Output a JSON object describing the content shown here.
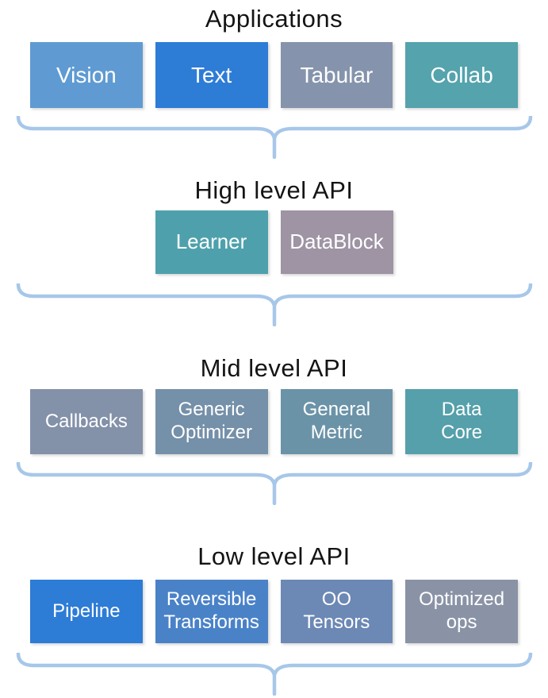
{
  "diagram": {
    "background": "#FFFFFF",
    "title_color": "#141414",
    "box_text_color": "#FFFFFF",
    "brace_color": "#A7C7E9"
  },
  "sections": [
    {
      "title": "Applications",
      "boxes": [
        {
          "label": "Vision",
          "color": "#5F9BD2"
        },
        {
          "label": "Text",
          "color": "#2D7CD6"
        },
        {
          "label": "Tabular",
          "color": "#8594AC"
        },
        {
          "label": "Collab",
          "color": "#54A3AD"
        }
      ]
    },
    {
      "title": "High level API",
      "boxes": [
        {
          "label": "Learner",
          "color": "#4EA1AC"
        },
        {
          "label": "DataBlock",
          "color": "#9E94A4"
        }
      ]
    },
    {
      "title": "Mid level API",
      "boxes": [
        {
          "label": "Callbacks",
          "color": "#8391A9"
        },
        {
          "label": [
            "Generic",
            "Optimizer"
          ],
          "color": "#7590A9"
        },
        {
          "label": [
            "General",
            "Metric"
          ],
          "color": "#6B93A8"
        },
        {
          "label": [
            "Data",
            "Core"
          ],
          "color": "#55A0AA"
        }
      ]
    },
    {
      "title": "Low level API",
      "boxes": [
        {
          "label": "Pipeline",
          "color": "#2D7CD6"
        },
        {
          "label": [
            "Reversible",
            "Transforms"
          ],
          "color": "#4A82C8"
        },
        {
          "label": [
            "OO",
            "Tensors"
          ],
          "color": "#6C88B5"
        },
        {
          "label": [
            "Optimized",
            "ops"
          ],
          "color": "#8A93A6"
        }
      ]
    }
  ]
}
